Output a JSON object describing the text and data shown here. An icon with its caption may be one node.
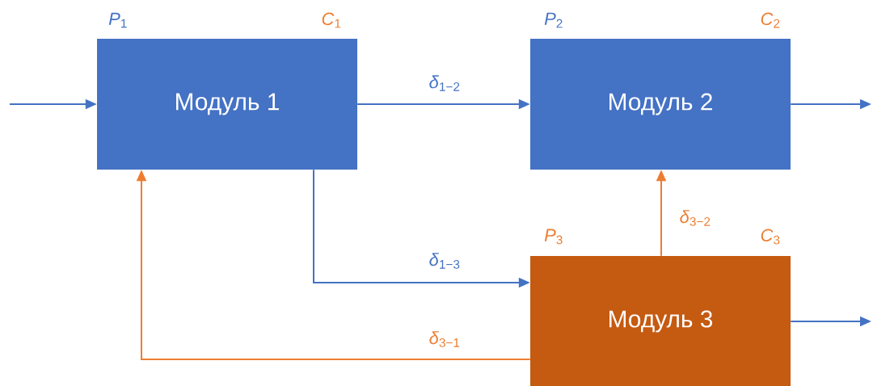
{
  "diagram": {
    "nodes": [
      {
        "text": [
          "Модуль 1"
        ],
        "beside": [
          "*P*$_{1}$",
          "*C*$_{1}$"
        ]
      },
      {
        "text": [
          "Модуль 2"
        ],
        "beside": [
          "*P*$_{2}$",
          "*C*$_{2}$"
        ]
      },
      {
        "text": [
          "Модуль 3"
        ],
        "beside": [
          "*P*$_{3}$",
          "*C*$_{3}$"
        ]
      }
    ],
    "edges": [
      {
        "from": null,
        "to": 0,
        "arrow": "to"
      },
      {
        "from": 0,
        "to": 1,
        "arrow": "to",
        "label": "*δ*$_{1−2}$"
      },
      {
        "from": 1,
        "to": null,
        "arrow": "to"
      },
      {
        "from": 0,
        "to": 2,
        "arrow": "to",
        "label": "*δ*$_{1−3}$"
      },
      {
        "from": 2,
        "to": 1,
        "arrow": "to",
        "label": "*δ*$_{3−2}$",
        "color": "#ed7d31"
      },
      {
        "from": 2,
        "to": 0,
        "arrow": "to",
        "label": "*δ*$_{3−1}$",
        "color": "#ed7d31"
      },
      {
        "from": 2,
        "to": null,
        "arrow": "to"
      }
    ]
  }
}
